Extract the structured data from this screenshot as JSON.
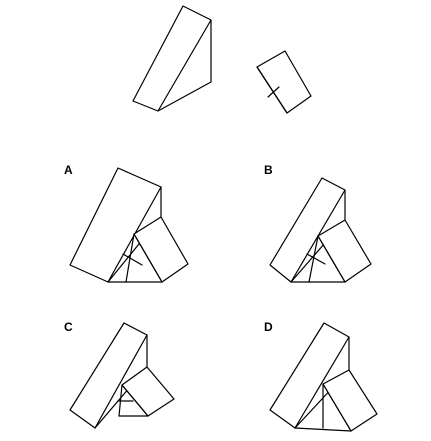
{
  "options": [
    {
      "letter": "A"
    },
    {
      "letter": "B"
    },
    {
      "letter": "C"
    },
    {
      "letter": "D"
    }
  ],
  "colors": {
    "stroke": "#000000",
    "background": "#ffffff"
  }
}
